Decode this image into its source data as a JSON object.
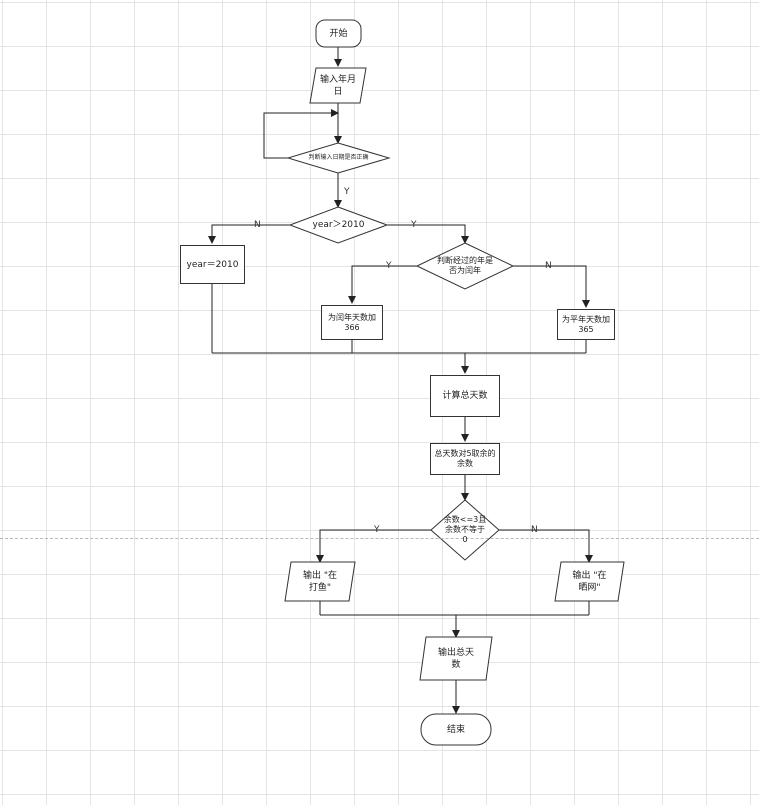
{
  "diagram": {
    "nodes": {
      "start": "开始",
      "input_date": "输入年月\n日",
      "check_date": "判断输入日期是否正确",
      "year_gt_2010": "year＞2010",
      "year_eq_2010": "year＝2010",
      "check_leap": "判断经过的年是\n否为闰年",
      "add_366": "为闰年天数加\n366",
      "add_365": "为平年天数加\n365",
      "calc_total": "计算总天数",
      "mod_remainder": "总天数对5取余的\n余数",
      "remainder_cond": "余数<=3且\n余数不等于\n0",
      "out_fishing": "输出 \"在\n打鱼\"",
      "out_drying": "输出 \"在\n晒网\"",
      "out_total": "输出总天\n数",
      "end": "结束"
    },
    "edge_labels": {
      "check_yes": "Y",
      "year_no": "N",
      "year_yes": "Y",
      "leap_yes": "Y",
      "leap_no": "N",
      "rem_yes": "Y",
      "rem_no": "N"
    }
  }
}
